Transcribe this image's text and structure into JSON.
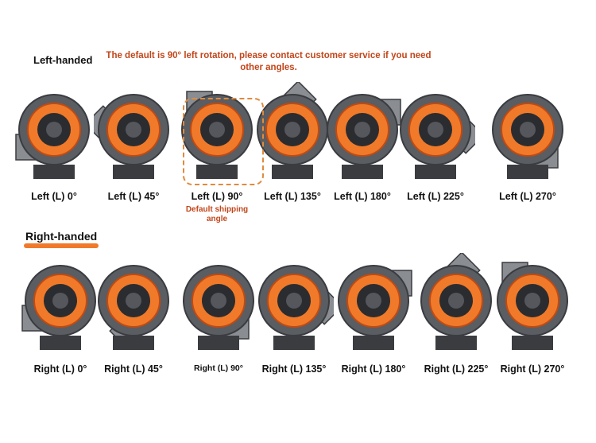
{
  "left_section": {
    "title": "Left-handed",
    "notice": "The default is 90° left rotation, please contact customer service if you need other angles.",
    "default_note": "Default shipping angle",
    "items": [
      {
        "label": "Left (L) 0°",
        "angle": 0
      },
      {
        "label": "Left (L) 45°",
        "angle": 45
      },
      {
        "label": "Left (L) 90°",
        "angle": 90
      },
      {
        "label": "Left (L) 135°",
        "angle": 135
      },
      {
        "label": "Left (L) 180°",
        "angle": 180
      },
      {
        "label": "Left (L) 225°",
        "angle": 225
      },
      {
        "label": "Left (L) 270°",
        "angle": 270
      }
    ]
  },
  "right_section": {
    "title": "Right-handed",
    "items": [
      {
        "label": "Right (L) 0°",
        "angle": 0
      },
      {
        "label": "Right (L) 45°",
        "angle": 45
      },
      {
        "label": "Right (L) 90°",
        "angle": 90
      },
      {
        "label": "Right (L) 135°",
        "angle": 135
      },
      {
        "label": "Right (L) 180°",
        "angle": 180
      },
      {
        "label": "Right (L) 225°",
        "angle": 225
      },
      {
        "label": "Right (L) 270°",
        "angle": 270
      }
    ]
  },
  "colors": {
    "accent_orange": "#f07a2a",
    "notice_text": "#c2461a",
    "housing_dark": "#3a3c40",
    "housing_light": "#8a8d92"
  }
}
